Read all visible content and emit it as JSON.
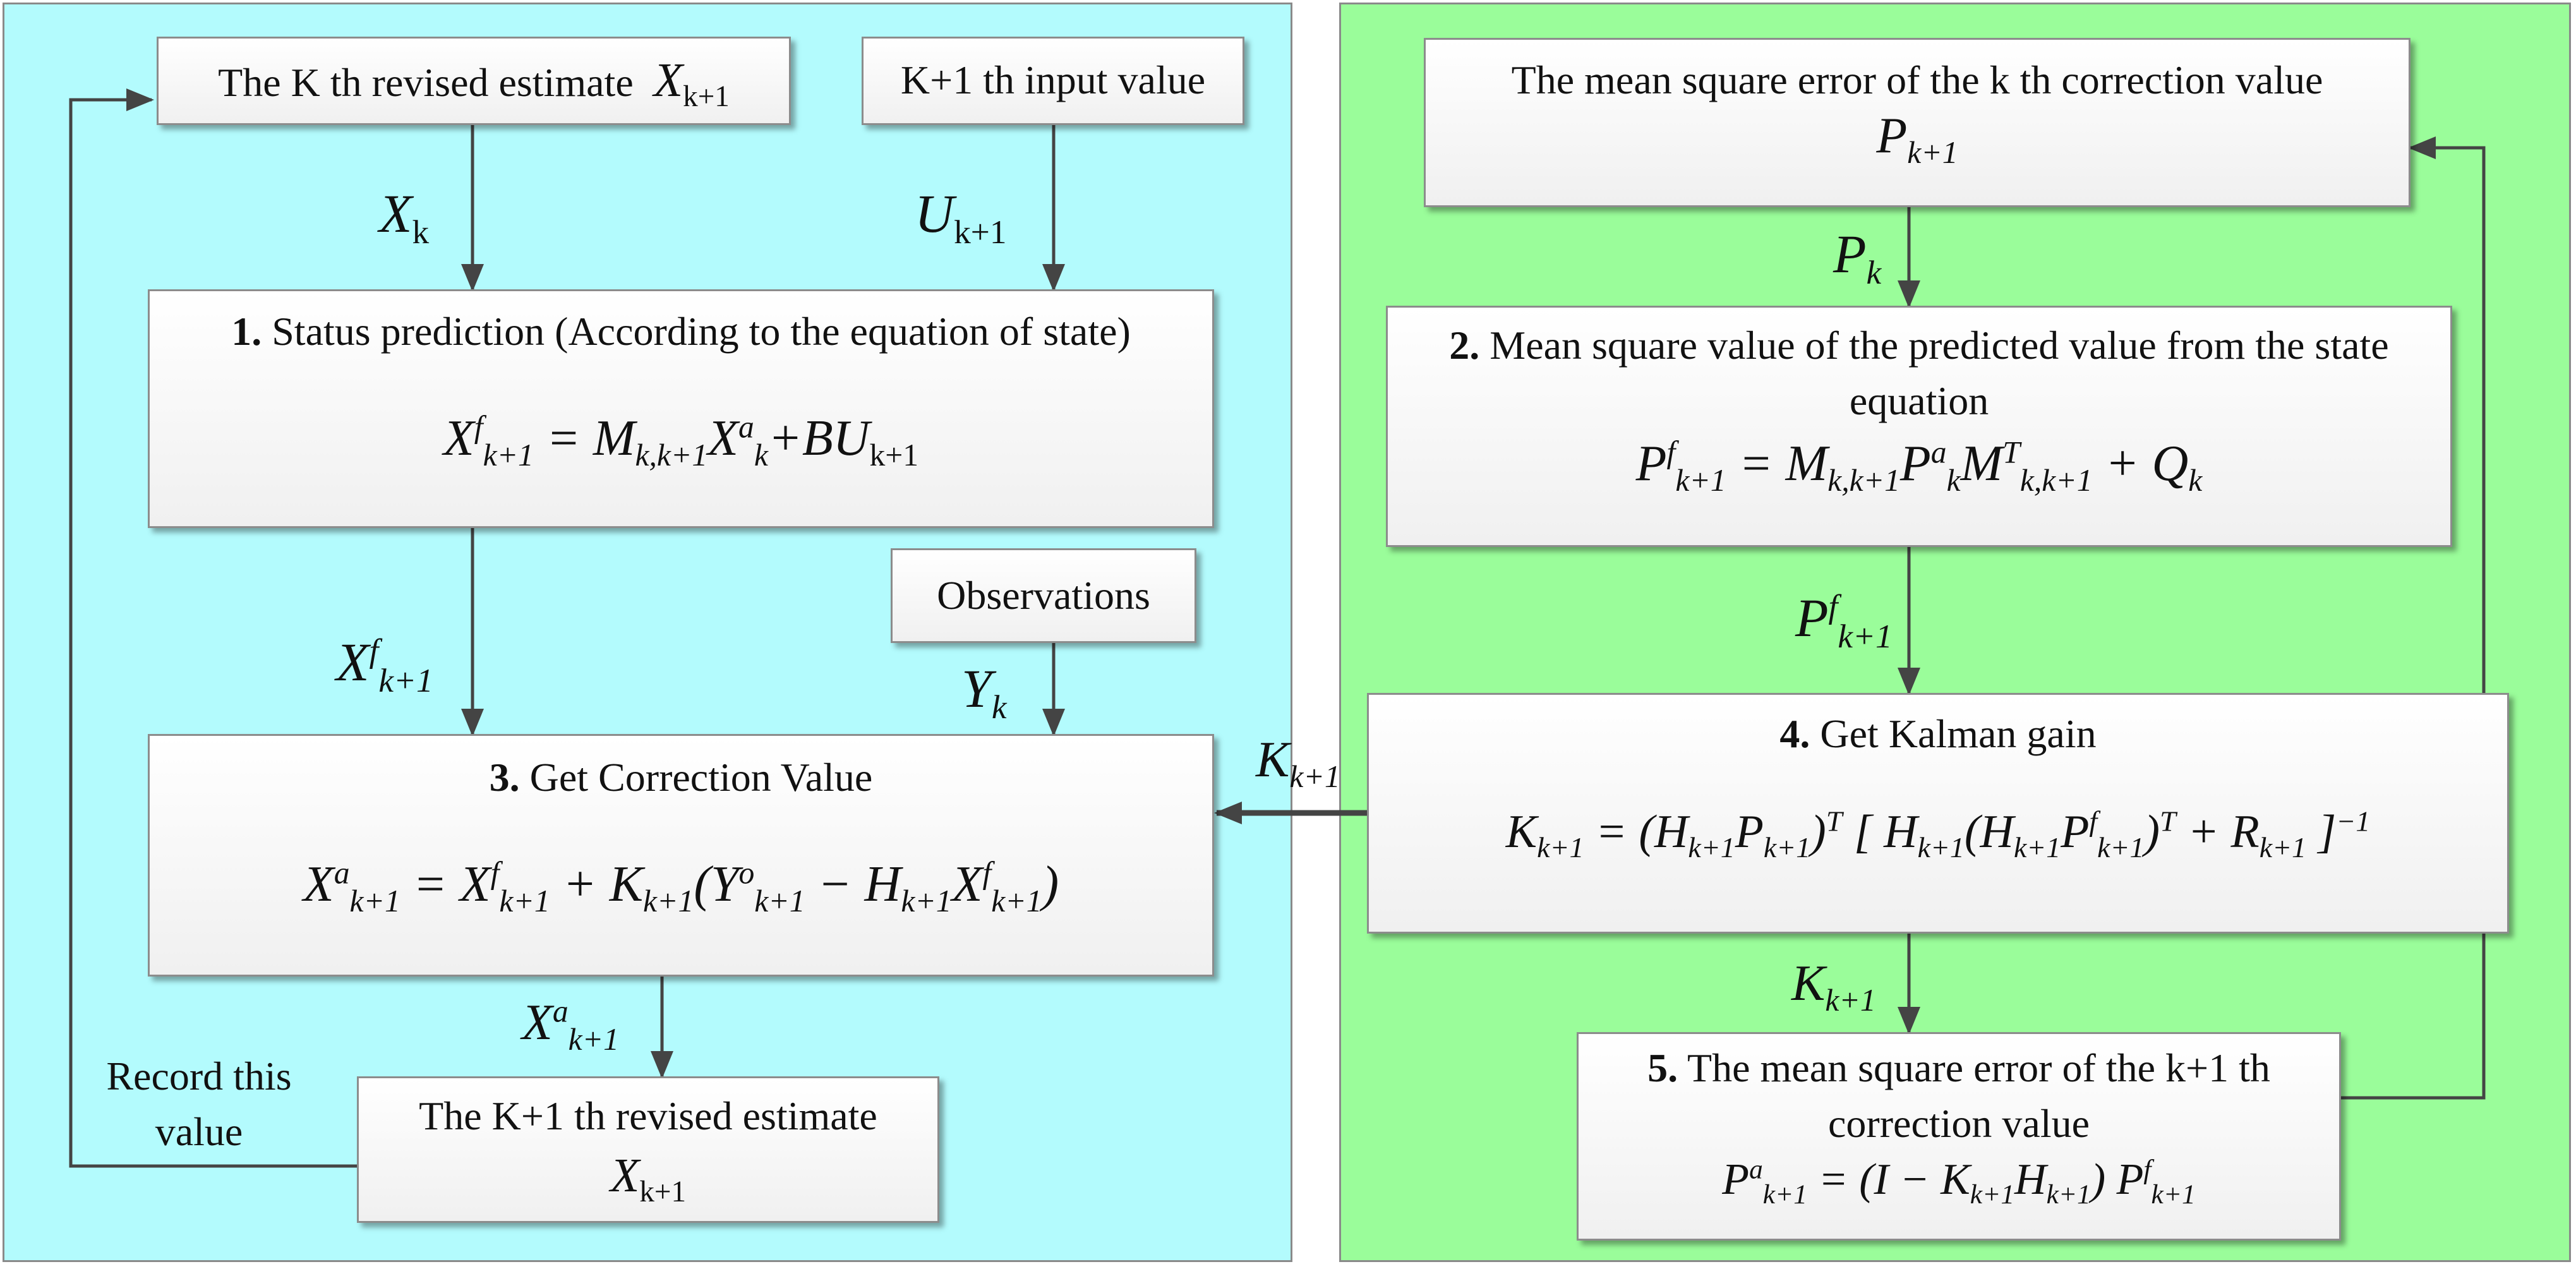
{
  "colors": {
    "left_panel": "#b3fbfd",
    "right_panel": "#9afd9a",
    "arrow": "#444444"
  },
  "left": {
    "k_revised": {
      "text": "The K th revised estimate",
      "var": "X",
      "sub": "k+1"
    },
    "input_value": {
      "text": "K+1 th input value"
    },
    "status_prediction": {
      "num": "1.",
      "title": "Status prediction (According to the equation of state)",
      "equation": "X^f_{k+1} = M_{k,k+1} X^a_k + BU_{k+1}"
    },
    "observations": {
      "text": "Observations"
    },
    "correction": {
      "num": "3.",
      "title": "Get Correction Value",
      "equation": "X^a_{k+1} = X^f_{k+1} + K_{k+1}(Y^o_{k+1} − H_{k+1}X^f_{k+1})"
    },
    "k1_revised": {
      "text": "The K+1 th revised estimate",
      "var": "X",
      "sub": "k+1"
    },
    "record": {
      "text": "Record this value"
    },
    "labels": {
      "xk": {
        "var": "X",
        "sub": "k"
      },
      "uk1": {
        "var": "U",
        "sub": "k+1"
      },
      "xf": {
        "var": "X",
        "sup": "f",
        "sub": "k+1"
      },
      "yk": {
        "var": "Y",
        "sub": "k"
      },
      "xa": {
        "var": "X",
        "sup": "a",
        "sub": "k+1"
      }
    }
  },
  "right": {
    "mse_k": {
      "text": "The mean square error of the k th correction value",
      "var": "P",
      "sub": "k+1"
    },
    "predicted_msv": {
      "num": "2.",
      "title": "Mean square value of the predicted value from the state equation",
      "equation": "P^f_{k+1} = M_{k,k+1} P^a_k M^T_{k,k+1} + Q_k"
    },
    "kalman_gain": {
      "num": "4.",
      "title": "Get Kalman gain",
      "equation": "K_{k+1} = (H_{k+1}P_{k+1})^T [H_{k+1}(H_{k+1}P^f_{k+1})^T + R_{k+1}]^{-1}"
    },
    "mse_k1": {
      "num": "5.",
      "title": "The mean square error of the k+1 th correction value",
      "equation": "P^a_{k+1} = (I − K_{k+1}H_{k+1}) P^f_{k+1}"
    },
    "labels": {
      "pk": {
        "var": "P",
        "sub": "k"
      },
      "pf": {
        "var": "P",
        "sup": "f",
        "sub": "k+1"
      },
      "kk1_mid": {
        "var": "K",
        "sub": "k+1"
      },
      "kk1_low": {
        "var": "K",
        "sub": "k+1"
      }
    }
  }
}
